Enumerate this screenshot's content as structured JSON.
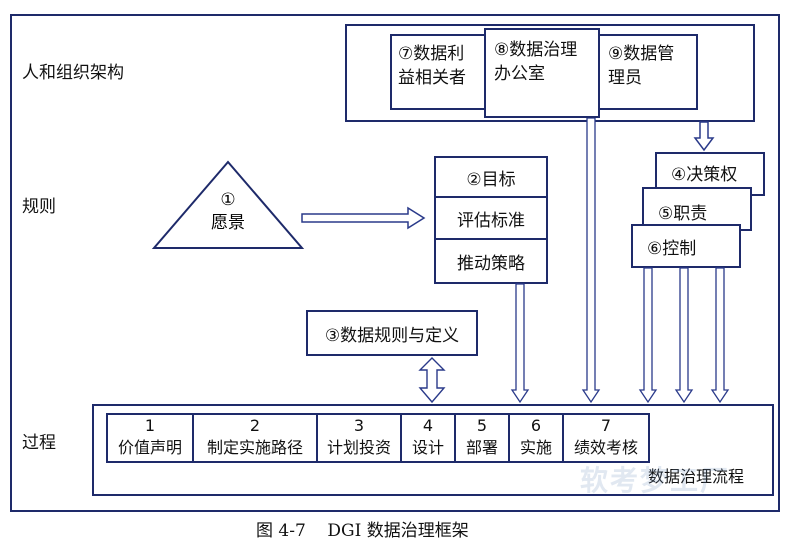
{
  "layers": {
    "people": "人和组织架构",
    "rules": "规则",
    "process": "过程"
  },
  "org": {
    "stakeholders_line1": "⑦数据利",
    "stakeholders_line2": "益相关者",
    "office_line1": "⑧数据治理",
    "office_line2": "办公室",
    "stewards_line1": "⑨数据管",
    "stewards_line2": "理员"
  },
  "vision": {
    "number": "①",
    "label": "愿景"
  },
  "goals": {
    "goal": "②目标",
    "metrics": "评估标准",
    "strategy": "推动策略"
  },
  "data_rules": "③数据规则与定义",
  "rights": {
    "decision": "④决策权",
    "duty": "⑤职责",
    "control": "⑥控制"
  },
  "process_steps": [
    {
      "num": "1",
      "label": "价值声明"
    },
    {
      "num": "2",
      "label": "制定实施路径"
    },
    {
      "num": "3",
      "label": "计划投资"
    },
    {
      "num": "4",
      "label": "设计"
    },
    {
      "num": "5",
      "label": "部署"
    },
    {
      "num": "6",
      "label": "实施"
    },
    {
      "num": "7",
      "label": "绩效考核"
    }
  ],
  "process_title": "数据治理流程",
  "caption": "图 4-7    DGI 数据治理框架",
  "watermark": "软考梦工厂",
  "colors": {
    "border": "#1e2a6a",
    "arrow": "#2a3a8a"
  }
}
